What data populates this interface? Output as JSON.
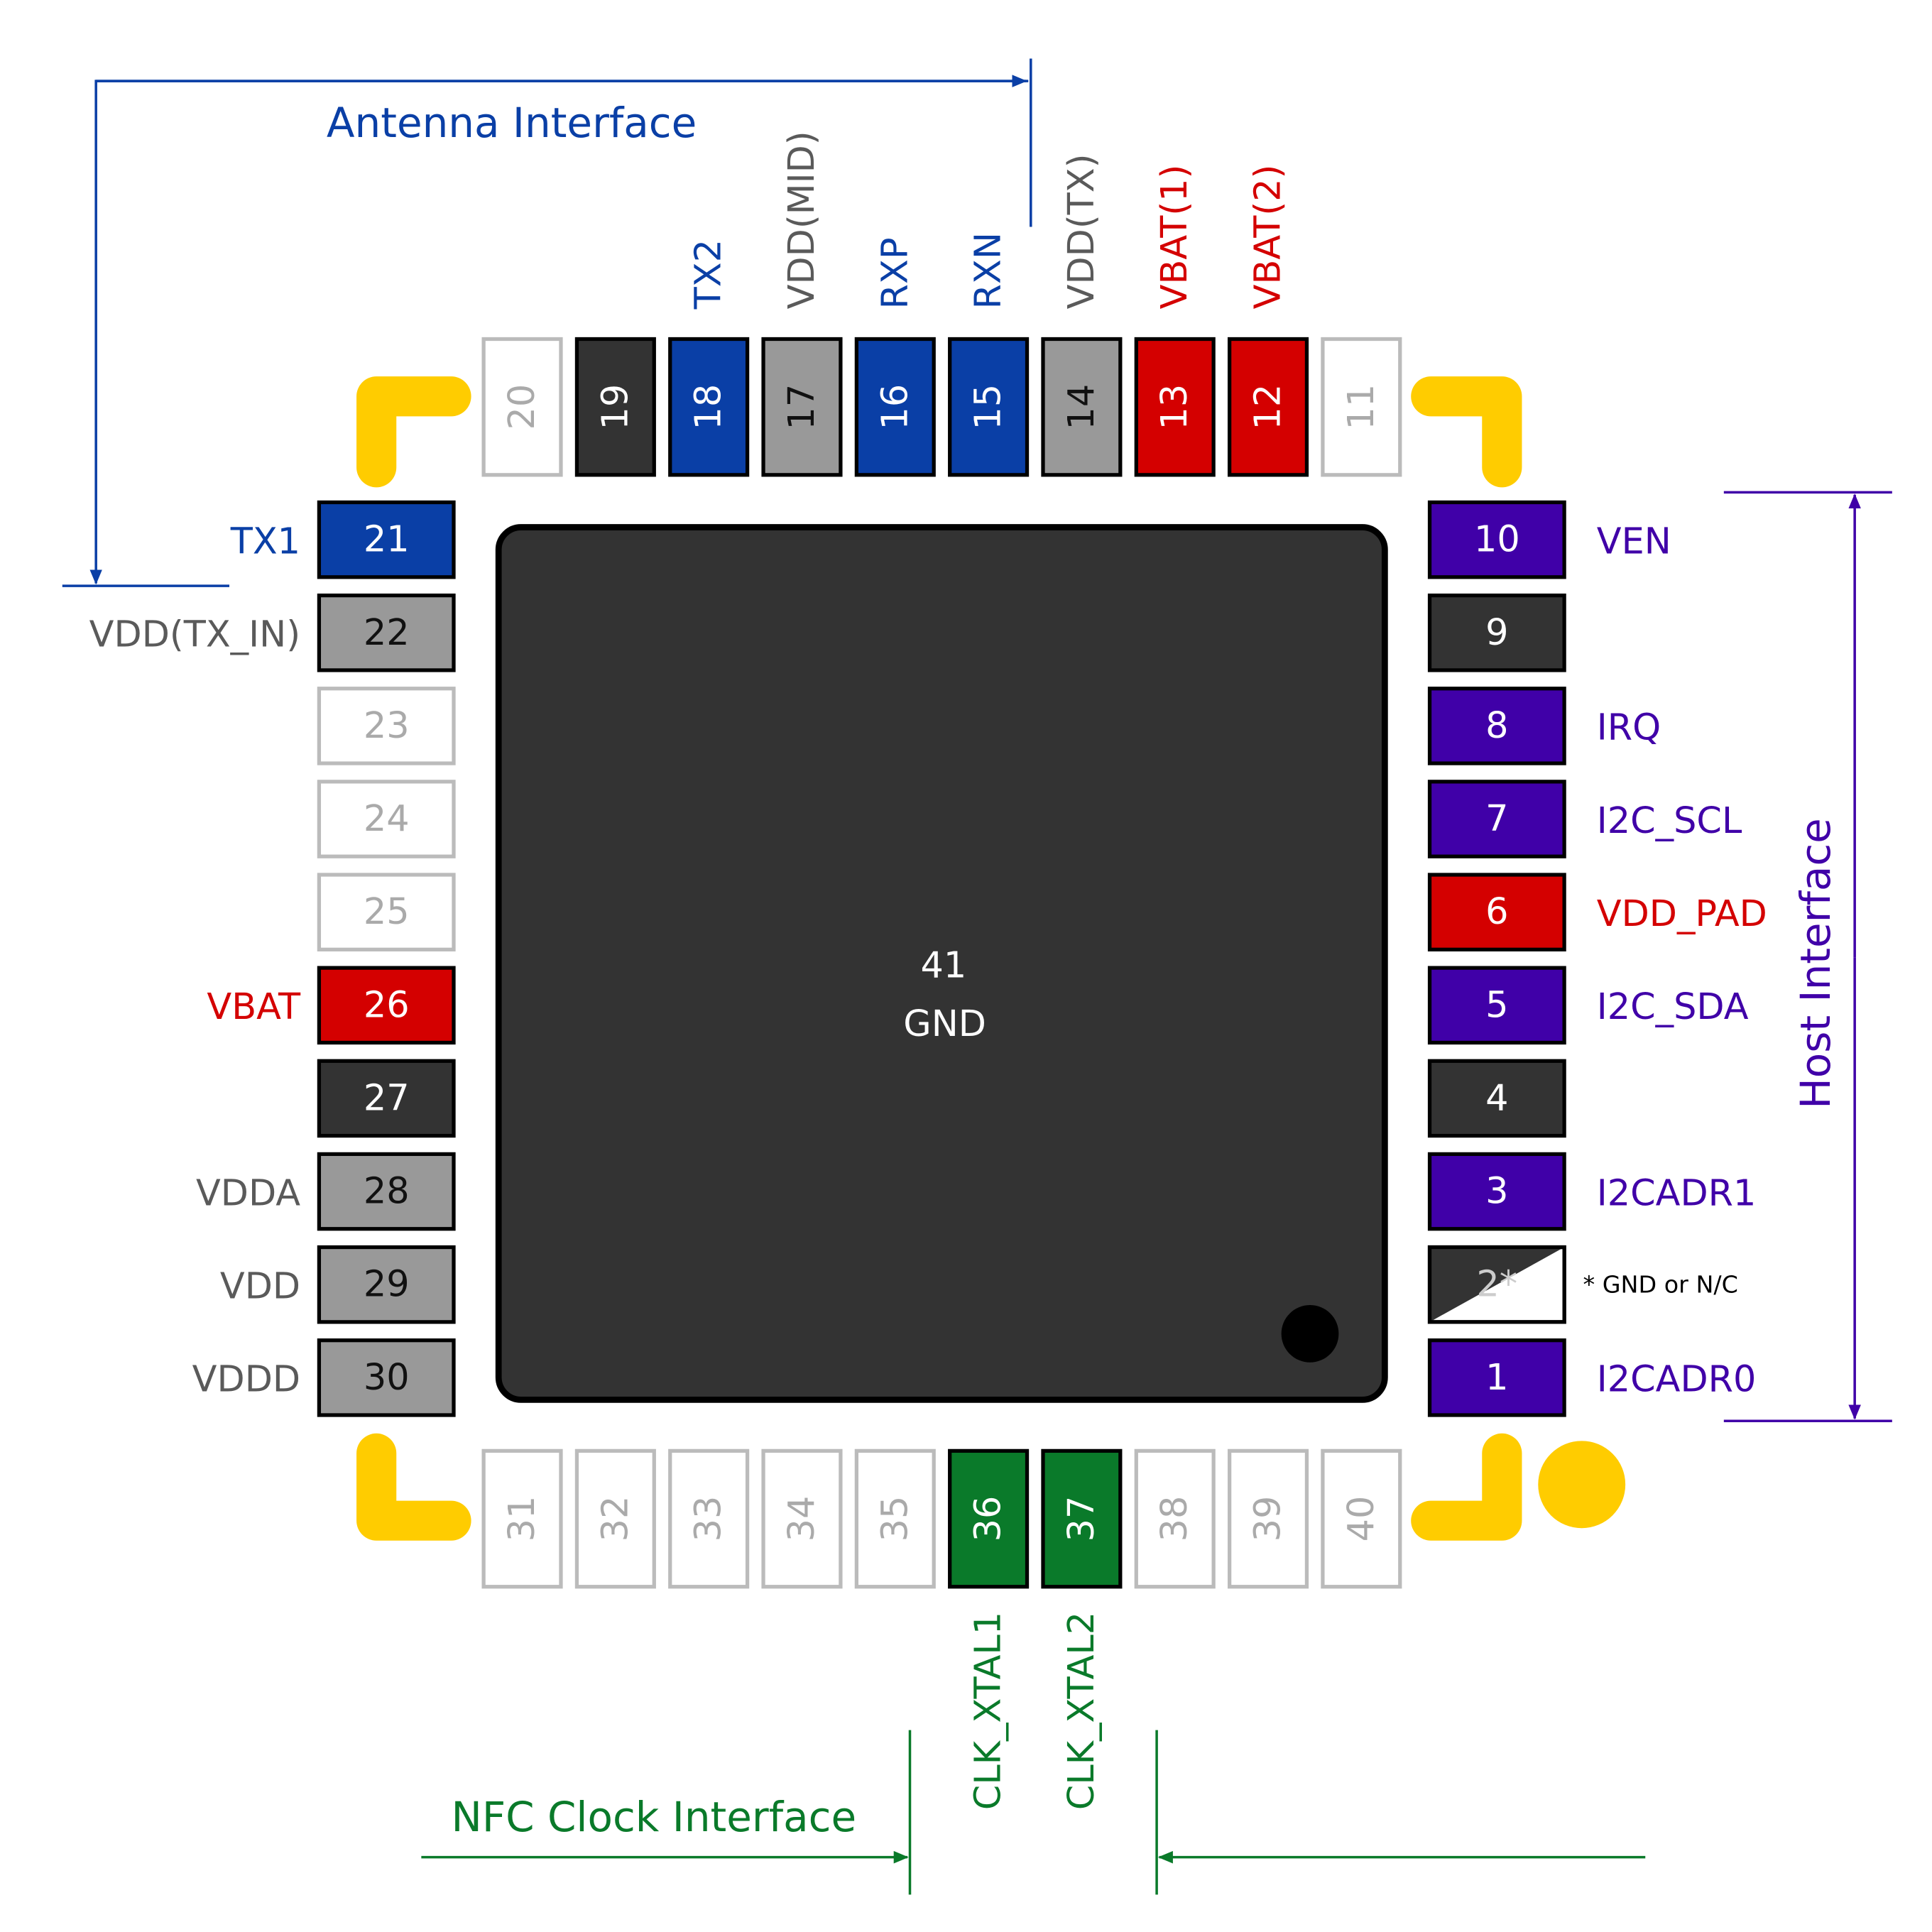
{
  "colors": {
    "antenna": "#0a3fa6",
    "power_red": "#d40000",
    "host": "#4000a8",
    "clock": "#0a7a2a",
    "gray_label": "#5a5a5a",
    "pin_dark": "#333333",
    "pin_gray": "#999999",
    "pin_nc_border": "#bbbbbb",
    "pin_nc_text": "#aaaaaa",
    "corner_marker": "#ffcc00",
    "body": "#333333"
  },
  "interfaces": {
    "antenna": "Antenna Interface",
    "host": "Host Interface",
    "clock": "NFC Clock Interface"
  },
  "center_pad": {
    "number": "41",
    "name": "GND"
  },
  "pin2_note": "* GND or N/C",
  "pins": {
    "left": [
      {
        "num": "21",
        "label": "TX1",
        "fill": "antenna",
        "style": "solid",
        "label_color": "antenna"
      },
      {
        "num": "22",
        "label": "VDD(TX_IN)",
        "fill": "pin_gray",
        "style": "solid",
        "label_color": "gray_label"
      },
      {
        "num": "23",
        "label": "",
        "fill": "none",
        "style": "nc",
        "label_color": ""
      },
      {
        "num": "24",
        "label": "",
        "fill": "none",
        "style": "nc",
        "label_color": ""
      },
      {
        "num": "25",
        "label": "",
        "fill": "none",
        "style": "nc",
        "label_color": ""
      },
      {
        "num": "26",
        "label": "VBAT",
        "fill": "power_red",
        "style": "solid",
        "label_color": "power_red"
      },
      {
        "num": "27",
        "label": "",
        "fill": "pin_dark",
        "style": "solid",
        "label_color": ""
      },
      {
        "num": "28",
        "label": "VDDA",
        "fill": "pin_gray",
        "style": "solid",
        "label_color": "gray_label"
      },
      {
        "num": "29",
        "label": "VDD",
        "fill": "pin_gray",
        "style": "solid",
        "label_color": "gray_label"
      },
      {
        "num": "30",
        "label": "VDDD",
        "fill": "pin_gray",
        "style": "solid",
        "label_color": "gray_label"
      }
    ],
    "right": [
      {
        "num": "10",
        "label": "VEN",
        "fill": "host",
        "style": "solid",
        "label_color": "host"
      },
      {
        "num": "9",
        "label": "",
        "fill": "pin_dark",
        "style": "solid",
        "label_color": ""
      },
      {
        "num": "8",
        "label": "IRQ",
        "fill": "host",
        "style": "solid",
        "label_color": "host"
      },
      {
        "num": "7",
        "label": "I2C_SCL",
        "fill": "host",
        "style": "solid",
        "label_color": "host"
      },
      {
        "num": "6",
        "label": "VDD_PAD",
        "fill": "power_red",
        "style": "solid",
        "label_color": "power_red"
      },
      {
        "num": "5",
        "label": "I2C_SDA",
        "fill": "host",
        "style": "solid",
        "label_color": "host"
      },
      {
        "num": "4",
        "label": "",
        "fill": "pin_dark",
        "style": "solid",
        "label_color": ""
      },
      {
        "num": "3",
        "label": "I2CADR1",
        "fill": "host",
        "style": "solid",
        "label_color": "host"
      },
      {
        "num": "2*",
        "label": "",
        "fill": "split",
        "style": "split",
        "label_color": ""
      },
      {
        "num": "1",
        "label": "I2CADR0",
        "fill": "host",
        "style": "solid",
        "label_color": "host"
      }
    ],
    "top": [
      {
        "num": "20",
        "label": "",
        "fill": "none",
        "style": "nc",
        "label_color": ""
      },
      {
        "num": "19",
        "label": "",
        "fill": "pin_dark",
        "style": "solid",
        "label_color": ""
      },
      {
        "num": "18",
        "label": "TX2",
        "fill": "antenna",
        "style": "solid",
        "label_color": "antenna"
      },
      {
        "num": "17",
        "label": "VDD(MID)",
        "fill": "pin_gray",
        "style": "solid",
        "label_color": "gray_label"
      },
      {
        "num": "16",
        "label": "RXP",
        "fill": "antenna",
        "style": "solid",
        "label_color": "antenna"
      },
      {
        "num": "15",
        "label": "RXN",
        "fill": "antenna",
        "style": "solid",
        "label_color": "antenna"
      },
      {
        "num": "14",
        "label": "VDD(TX)",
        "fill": "pin_gray",
        "style": "solid",
        "label_color": "gray_label"
      },
      {
        "num": "13",
        "label": "VBAT(1)",
        "fill": "power_red",
        "style": "solid",
        "label_color": "power_red"
      },
      {
        "num": "12",
        "label": "VBAT(2)",
        "fill": "power_red",
        "style": "solid",
        "label_color": "power_red"
      },
      {
        "num": "11",
        "label": "",
        "fill": "none",
        "style": "nc",
        "label_color": ""
      }
    ],
    "bottom": [
      {
        "num": "31",
        "label": "",
        "fill": "none",
        "style": "nc",
        "label_color": ""
      },
      {
        "num": "32",
        "label": "",
        "fill": "none",
        "style": "nc",
        "label_color": ""
      },
      {
        "num": "33",
        "label": "",
        "fill": "none",
        "style": "nc",
        "label_color": ""
      },
      {
        "num": "34",
        "label": "",
        "fill": "none",
        "style": "nc",
        "label_color": ""
      },
      {
        "num": "35",
        "label": "",
        "fill": "none",
        "style": "nc",
        "label_color": ""
      },
      {
        "num": "36",
        "label": "CLK_XTAL1",
        "fill": "clock",
        "style": "solid",
        "label_color": "clock"
      },
      {
        "num": "37",
        "label": "CLK_XTAL2",
        "fill": "clock",
        "style": "solid",
        "label_color": "clock"
      },
      {
        "num": "38",
        "label": "",
        "fill": "none",
        "style": "nc",
        "label_color": ""
      },
      {
        "num": "39",
        "label": "",
        "fill": "none",
        "style": "nc",
        "label_color": ""
      },
      {
        "num": "40",
        "label": "",
        "fill": "none",
        "style": "nc",
        "label_color": ""
      }
    ]
  }
}
